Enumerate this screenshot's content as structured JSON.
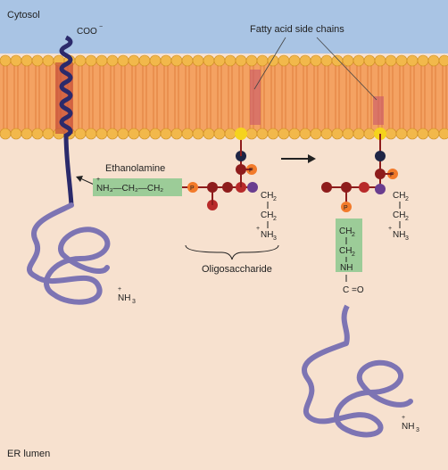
{
  "regions": {
    "cytosol": "Cytosol",
    "er_lumen": "ER lumen"
  },
  "labels": {
    "fatty_acid_side_chains": "Fatty acid side chains",
    "ethanolamine": "Ethanolamine",
    "oligosaccharide": "Oligosaccharide"
  },
  "chem": {
    "coo": "COO",
    "coo_charge": "−",
    "plus": "+",
    "nh3": "NH",
    "sub3": "3",
    "ch2": "CH",
    "sub2": "2",
    "nh": "NH",
    "c": "C",
    "eq_o": "=O",
    "p": "P",
    "ethanolamine_chain": "NH₃—CH₂—CH₂"
  },
  "colors": {
    "cytosol_bg": "#a9c4e4",
    "lumen_bg": "#f7e1cf",
    "membrane_core": "#f4a262",
    "lipid_head": "#f2b84b",
    "protein": "#7d74b3",
    "protein_dark": "#2b2a6b",
    "phosphate": "#f27a2a",
    "sugar_dark": "#8e1c1c",
    "sugar_red": "#b82a2a",
    "inositol": "#f5d31d",
    "sugar_navy": "#1e2545",
    "sugar_purple": "#6a3d8f",
    "box_green": "#9ccc98"
  }
}
